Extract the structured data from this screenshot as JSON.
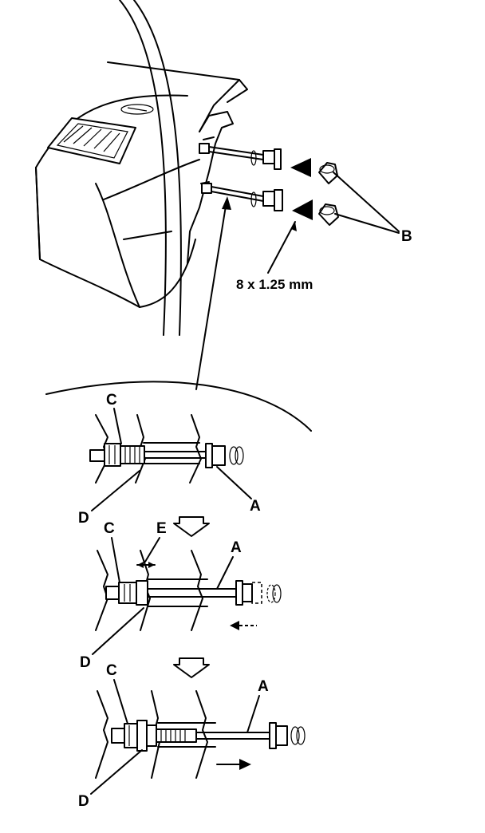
{
  "diagram": {
    "labels": {
      "a": "A",
      "b": "B",
      "c": "C",
      "d": "D",
      "e": "E"
    },
    "dimension": "8 x 1.25 mm"
  }
}
